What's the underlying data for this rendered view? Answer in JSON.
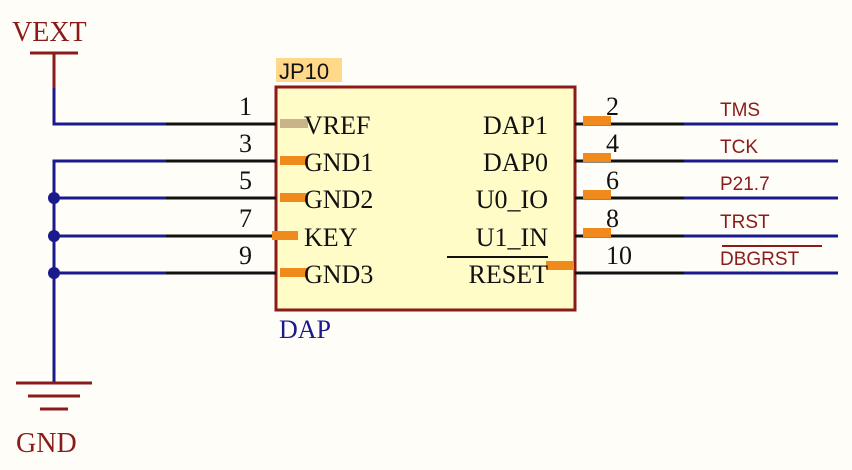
{
  "colors": {
    "background": "#fffdf8",
    "wire": "#1a1a8c",
    "pin": "#111111",
    "pin_stub": "#f08a1c",
    "pin_stub_vref": "#c9b48a",
    "body_fill": "#fffcc8",
    "body_stroke": "#8b1a1a",
    "power_symbol": "#8b1a1a",
    "power_label": "#8b1a1a",
    "net_label": "#8b1a1a",
    "pin_text": "#111111",
    "designator_bg": "#ffd88a",
    "comment": "#1a1a8c"
  },
  "power": {
    "vext": "VEXT",
    "gnd": "GND"
  },
  "component": {
    "designator": "JP10",
    "comment": "DAP",
    "left_pins": [
      {
        "number": "1",
        "name": "VREF"
      },
      {
        "number": "3",
        "name": "GND1"
      },
      {
        "number": "5",
        "name": "GND2"
      },
      {
        "number": "7",
        "name": "KEY"
      },
      {
        "number": "9",
        "name": "GND3"
      }
    ],
    "right_pins": [
      {
        "number": "2",
        "name": "DAP1"
      },
      {
        "number": "4",
        "name": "DAP0"
      },
      {
        "number": "6",
        "name": "U0_IO"
      },
      {
        "number": "8",
        "name": "U1_IN"
      },
      {
        "number": "10",
        "name": "RESET"
      }
    ]
  },
  "nets": {
    "right": [
      "TMS",
      "TCK",
      "P21.7",
      "TRST",
      "DBGRST"
    ]
  }
}
